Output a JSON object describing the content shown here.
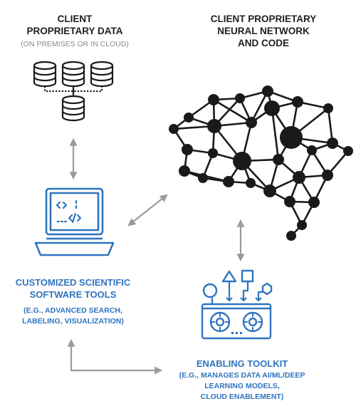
{
  "client_data": {
    "title_line1": "CLIENT",
    "title_line2": "PROPRIETARY DATA",
    "subtitle": "(ON PREMISES OR IN CLOUD)"
  },
  "neural_network": {
    "title_line1": "CLIENT PROPRIETARY",
    "title_line2": "NEURAL  NETWORK",
    "title_line3": "AND CODE"
  },
  "software_tools": {
    "title_line1": "CUSTOMIZED SCIENTIFIC",
    "title_line2": "SOFTWARE TOOLS",
    "sub_line1": "(E.G., ADVANCED SEARCH,",
    "sub_line2": "LABELING, VISUALIZATION)"
  },
  "toolkit": {
    "title": "ENABLING TOOLKIT",
    "sub_line1": "(E.G., MANAGES DATA AI/ML/DEEP",
    "sub_line2": "LEARNING MODELS,",
    "sub_line3": "CLOUD ENABLEMENT)"
  },
  "colors": {
    "accent_blue": "#2f74c0",
    "icon_dark": "#1a1a1a",
    "arrow_gray": "#9b9b9b"
  },
  "icons": [
    "database-cluster-icon",
    "laptop-code-icon",
    "brain-network-icon",
    "toolkit-machine-icon"
  ]
}
